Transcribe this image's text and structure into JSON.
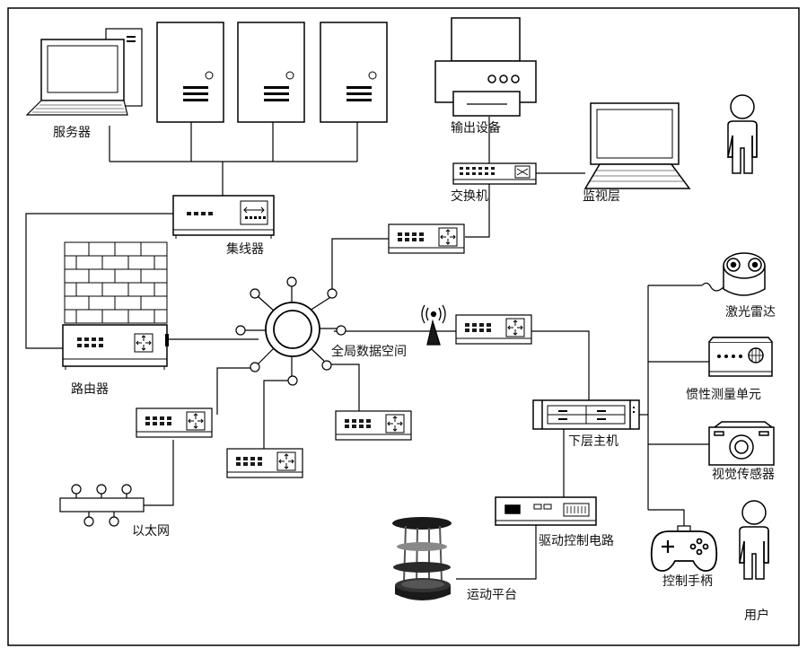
{
  "labels": {
    "server": "服务器",
    "output_device": "输出设备",
    "switch": "交换机",
    "monitor_layer": "监视层",
    "hub": "集线器",
    "router": "路由器",
    "global_space": "全局数据空间",
    "ethernet": "以太网",
    "lidar": "激光雷达",
    "imu": "惯性测量单元",
    "lower_host": "下层主机",
    "vision_sensor": "视觉传感器",
    "drive_circuit": "驱动控制电路",
    "motion_platform": "运动平台",
    "gamepad": "控制手柄",
    "user": "用户"
  },
  "icons": {
    "server_tower": "server-tower-icon",
    "desktop": "desktop-computer-icon",
    "printer": "printer-icon",
    "monitor": "monitor-icon",
    "person": "person-icon",
    "firewall": "brick-firewall-icon",
    "antenna": "wireless-antenna-icon",
    "lidar": "lidar-sensor-icon",
    "imu": "imu-device-icon",
    "camera": "camera-icon",
    "gamepad": "gamepad-icon",
    "robot": "robot-platform-icon"
  },
  "colors": {
    "line": "#000000",
    "background": "#ffffff",
    "fill_dark": "#1a1a1a"
  }
}
